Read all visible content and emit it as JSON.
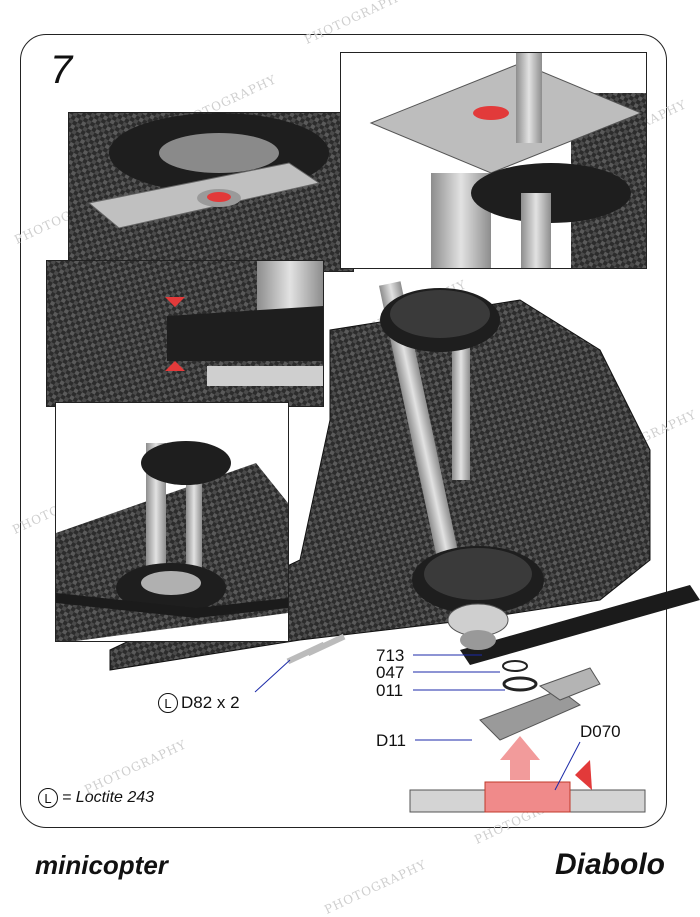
{
  "step": "7",
  "callouts": {
    "part_713": "713",
    "part_047": "047",
    "part_011": "011",
    "part_d11": "D11",
    "part_d070": "D070",
    "screws_label": "D82 x 2",
    "loctite_symbol": "L"
  },
  "legend": {
    "symbol": "L",
    "text": "= Loctite 243"
  },
  "footer": {
    "left": "minicopter",
    "right": "Diabolo"
  },
  "watermark": "PHOTOGRAPHY",
  "colors": {
    "carbon": "#3a3a3a",
    "metal": "#b9b9b9",
    "gear": "#1e1e1e",
    "accent_red": "#e23a3a",
    "arrow_pink": "#f08a8a",
    "leader_blue": "#1b2aa8"
  }
}
